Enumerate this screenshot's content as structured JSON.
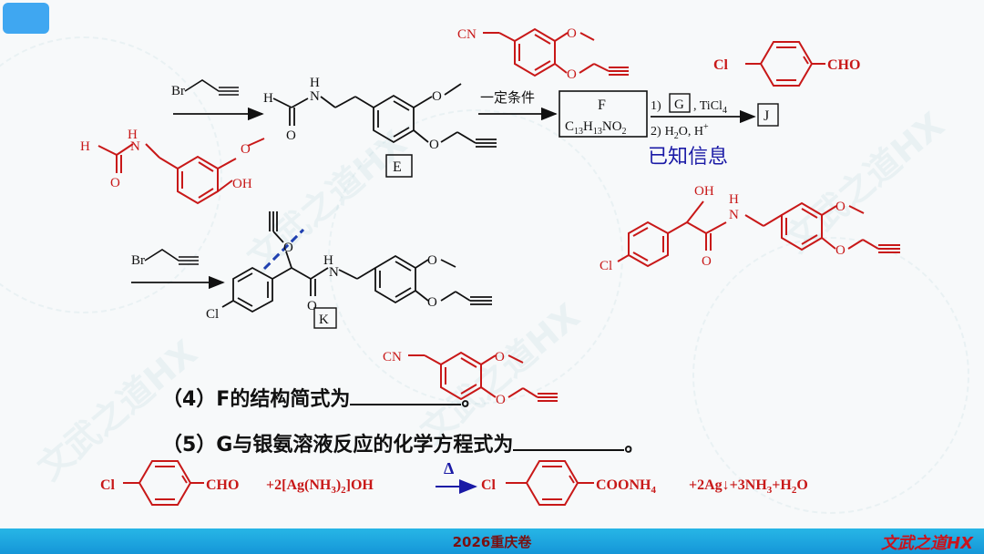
{
  "watermark": "文武之道HX",
  "s": {
    "h": "H",
    "n": "N",
    "o": "O",
    "oh": "OH",
    "br": "Br",
    "cl": "Cl",
    "cn": "CN",
    "cho": "CHO"
  },
  "labels": {
    "E": "E",
    "F": "F",
    "G": "G",
    "J": "J",
    "K": "K"
  },
  "scheme": {
    "condition": "一定条件",
    "f_c": "13",
    "f_h": "13",
    "f_o": "2",
    "step1_num": "1)",
    "step1_reagent": ", TiCl",
    "ticl_sub": "4",
    "step2_num": "2)",
    "step2_rest": "O, H",
    "known_info": "已知信息"
  },
  "questions": {
    "q4": "（4）F的结构简式为",
    "q5": "（5）G与银氨溶液反应的化学方程式为",
    "period": "。"
  },
  "equation": {
    "reagent_pre": "+2[Ag(NH",
    "reagent_post": "]OH",
    "delta": "Δ",
    "coonh": "COONH",
    "prod_pre": "+2Ag↓+3NH",
    "prod_mid": "+H",
    "prod_end": "O"
  },
  "footer": {
    "title": "2026重庆卷",
    "logo": "文武之道HX"
  },
  "colors": {
    "answer_red": "#c81818",
    "annotation_blue": "#1a1aa6",
    "badge_blue": "#3fa7f1",
    "footer_blue": "#1596d8"
  }
}
